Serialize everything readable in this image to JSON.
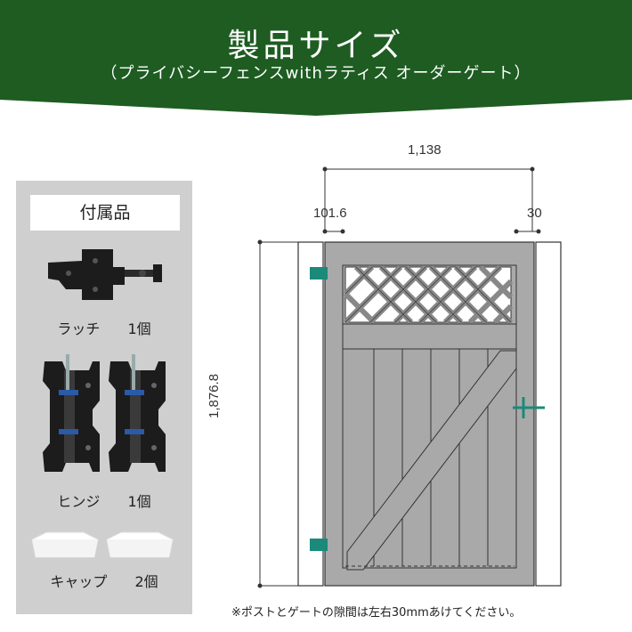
{
  "header": {
    "title": "製品サイズ",
    "subtitle": "（プライバシーフェンスwithラティス オーダーゲート）",
    "color": "#1e5c22"
  },
  "accessories": {
    "heading": "付属品",
    "items": [
      {
        "name": "ラッチ",
        "count": "1個",
        "icon": "latch-icon"
      },
      {
        "name": "ヒンジ",
        "count": "1個",
        "icon": "hinge-icon"
      },
      {
        "name": "キャップ",
        "count": "2個",
        "icon": "cap-icon"
      }
    ]
  },
  "dimensions": {
    "overall_width": "1,138",
    "post_width": "101.6",
    "gap": "30",
    "height": "1,876.8"
  },
  "note": "※ポストとゲートの隙間は左右30mmあけてください。",
  "colors": {
    "gate_gray": "#a9a9a9",
    "panel_bg": "#cfcfcf",
    "hinge_teal": "#1a8a7a"
  }
}
